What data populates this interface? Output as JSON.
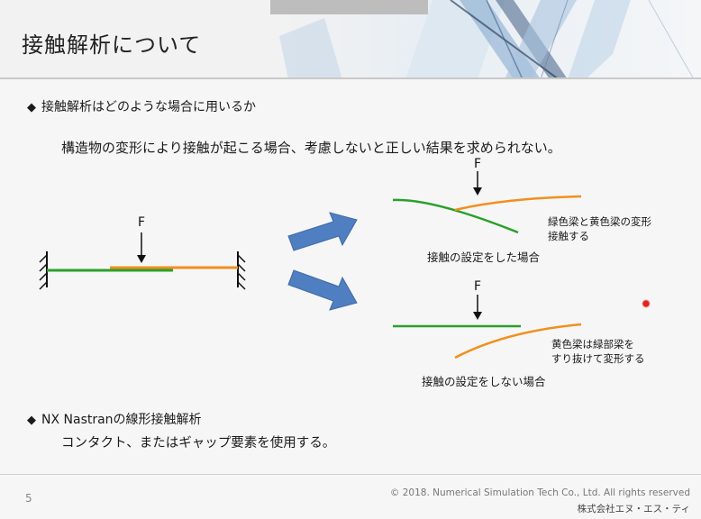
{
  "slide": {
    "title": "接触解析について",
    "bullet1": "接触解析はどのような場合に用いるか",
    "bullet1_desc": "構造物の変形により接触が起こる場合、考慮しないと正しい結果を求められない。",
    "bullet2": "NX Nastranの線形接触解析",
    "bullet2_desc": "コンタクト、またはギャップ要素を使用する。",
    "bullet_mark": "◆"
  },
  "diagram": {
    "force_left": "F",
    "force_top": "F",
    "force_bottom": "F",
    "note_top_line1": "緑色梁と黄色梁の変形",
    "note_top_line2": "接触する",
    "caption_top": "接触の設定をした場合",
    "note_bottom_line1": "黄色梁は緑部梁を",
    "note_bottom_line2": "すり抜けて変形する",
    "caption_bottom": "接触の設定をしない場合",
    "colors": {
      "green_beam": "#2aa02a",
      "orange_beam": "#f0901e",
      "arrow": "#4f7fc1"
    }
  },
  "footer": {
    "page_number": "5",
    "copyright": "© 2018. Numerical Simulation Tech Co., Ltd.  All rights reserved",
    "company": "株式会社エヌ・エス・ティ"
  }
}
